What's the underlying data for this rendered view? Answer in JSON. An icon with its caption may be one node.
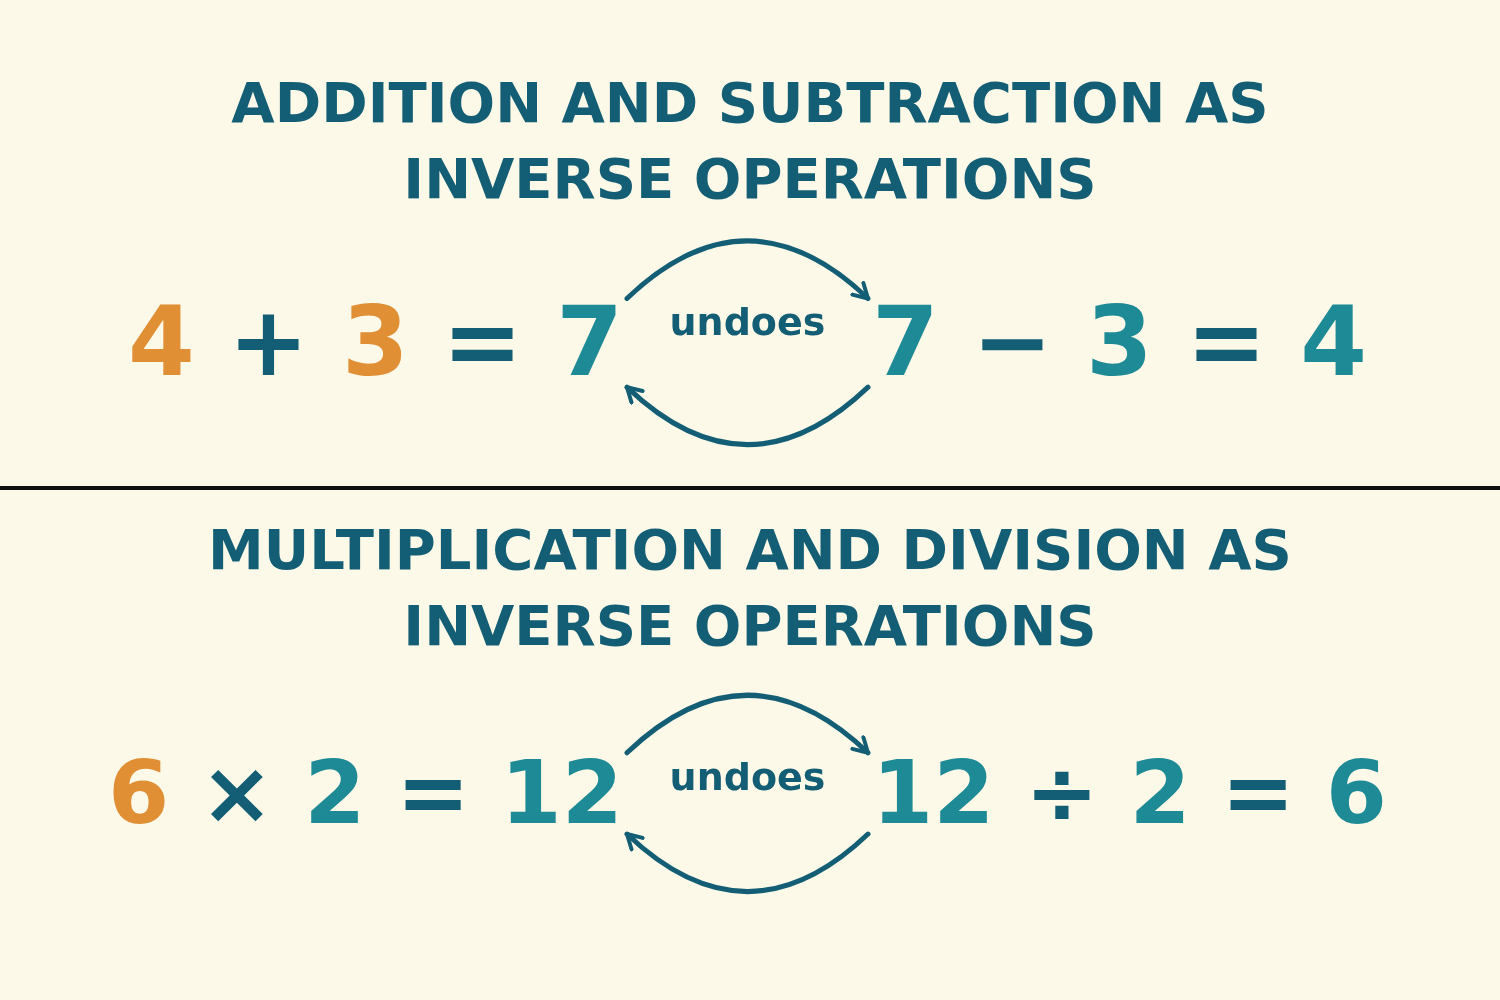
{
  "diagram": {
    "nodes": [
      {
        "text": [
          "4 + 3 = 7"
        ]
      },
      {
        "text": [
          "7 − 3 = 4"
        ]
      },
      {
        "text": [
          "6 × 2 = 12"
        ]
      },
      {
        "text": [
          "12 ÷ 2 = 6"
        ]
      }
    ],
    "edges": [
      {
        "from": 0,
        "to": 1,
        "arrow": "to",
        "label": "undoes"
      },
      {
        "from": 1,
        "to": 0,
        "arrow": "to"
      },
      {
        "from": 2,
        "to": 3,
        "arrow": "to",
        "label": "undoes"
      },
      {
        "from": 3,
        "to": 2,
        "arrow": "to"
      }
    ],
    "labels": [
      "ADDITION AND SUBTRACTION AS INVERSE OPERATIONS",
      "MULTIPLICATION AND DIVISION AS INVERSE OPERATIONS"
    ]
  }
}
